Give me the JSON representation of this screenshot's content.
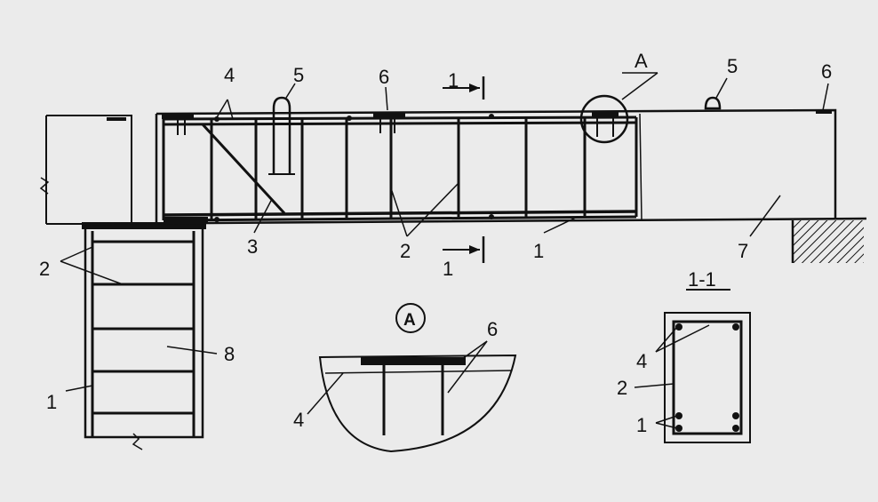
{
  "colors": {
    "ink": "#111111",
    "paper": "#ebebeb"
  },
  "labels": {
    "n1": "1",
    "n2": "2",
    "n3": "3",
    "n4": "4",
    "n5": "5",
    "n6": "6",
    "n7": "7",
    "n8": "8",
    "A": "A"
  },
  "section_marker": "1",
  "section_title": "1-1",
  "detail_title": "A"
}
